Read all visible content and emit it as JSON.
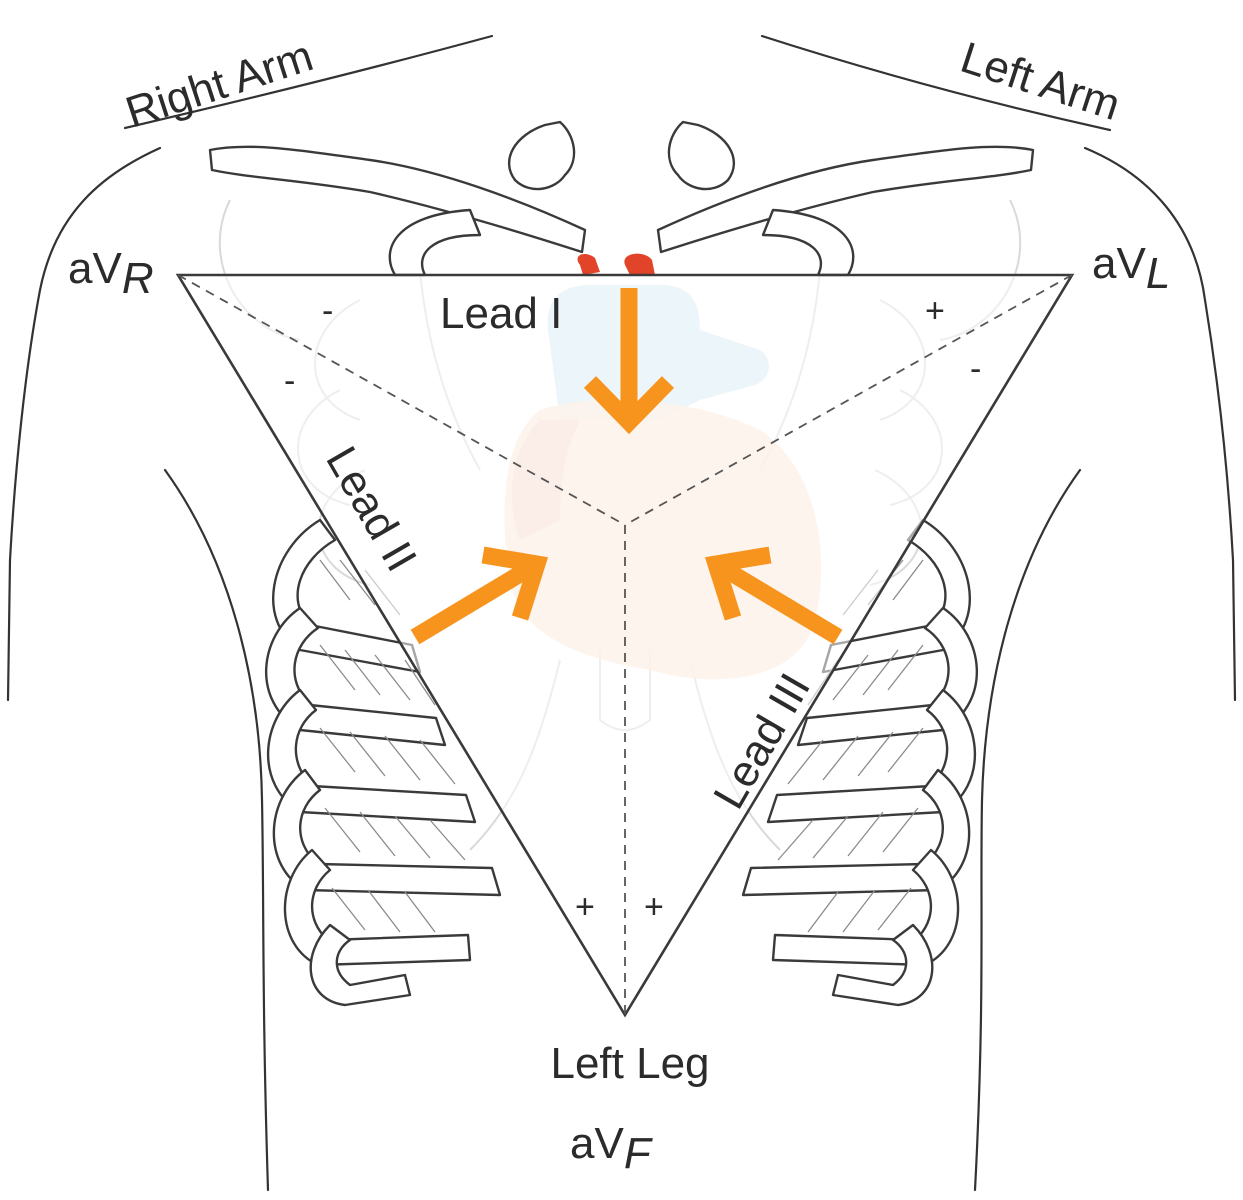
{
  "labels": {
    "right_arm": "Right Arm",
    "left_arm": "Left Arm",
    "left_leg": "Left Leg",
    "lead_1": "Lead I",
    "lead_2": "Lead II",
    "lead_3": "Lead III",
    "avr_main": "aV",
    "avr_sub": "R",
    "avl_main": "aV",
    "avl_sub": "L",
    "avf_main": "aV",
    "avf_sub": "F"
  },
  "signs": {
    "lead1_negative": "-",
    "lead1_positive": "+",
    "lead2_negative": "-",
    "lead2_positive": "+",
    "lead3_negative": "-",
    "lead3_positive": "+"
  },
  "colors": {
    "arrow": "#f7941d",
    "outline": "#3a3a3a",
    "heart": "#fbe3d2",
    "vessel_blue": "#cfe8f2",
    "vessel_red": "#e03a1e"
  }
}
